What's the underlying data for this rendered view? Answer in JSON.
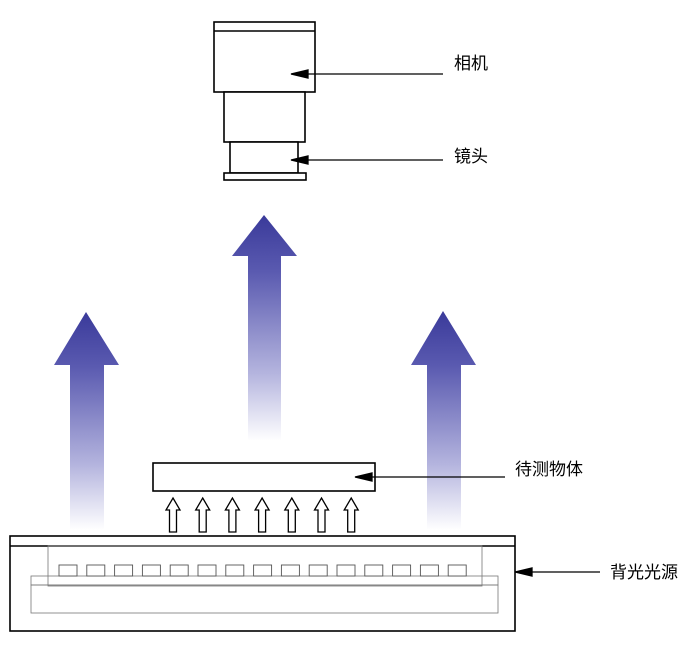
{
  "labels": {
    "camera": "相机",
    "lens": "镜头",
    "object": "待测物体",
    "backlight": "背光光源"
  },
  "colors": {
    "arrow_top": "#3a3a9a",
    "arrow_bottom": "#ffffff",
    "stroke": "#000000"
  }
}
